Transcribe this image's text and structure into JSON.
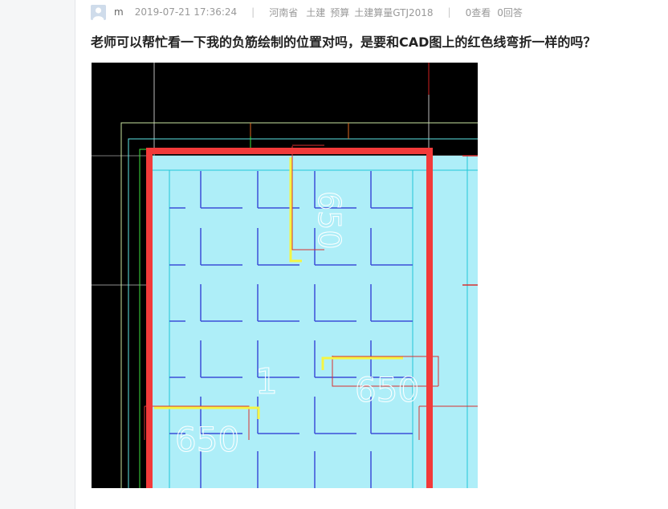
{
  "post": {
    "author": "m",
    "time": "2019-07-21 17:36:24",
    "separator": "|",
    "region": "河南省",
    "tags": [
      "土建",
      "预算",
      "土建算量GTJ2018"
    ],
    "views": "0查看",
    "answers": "0回答",
    "title": "老师可以帮忙看一下我的负筋绘制的位置对吗，是要和CAD图上的红色线弯折一样的吗？"
  },
  "drawing": {
    "labels": [
      "650",
      "1",
      "650",
      "650"
    ]
  },
  "colors": {
    "slab_fill": "#aeeef8",
    "main_red": "#f23a3a",
    "highlight_yellow": "#f5f542"
  }
}
